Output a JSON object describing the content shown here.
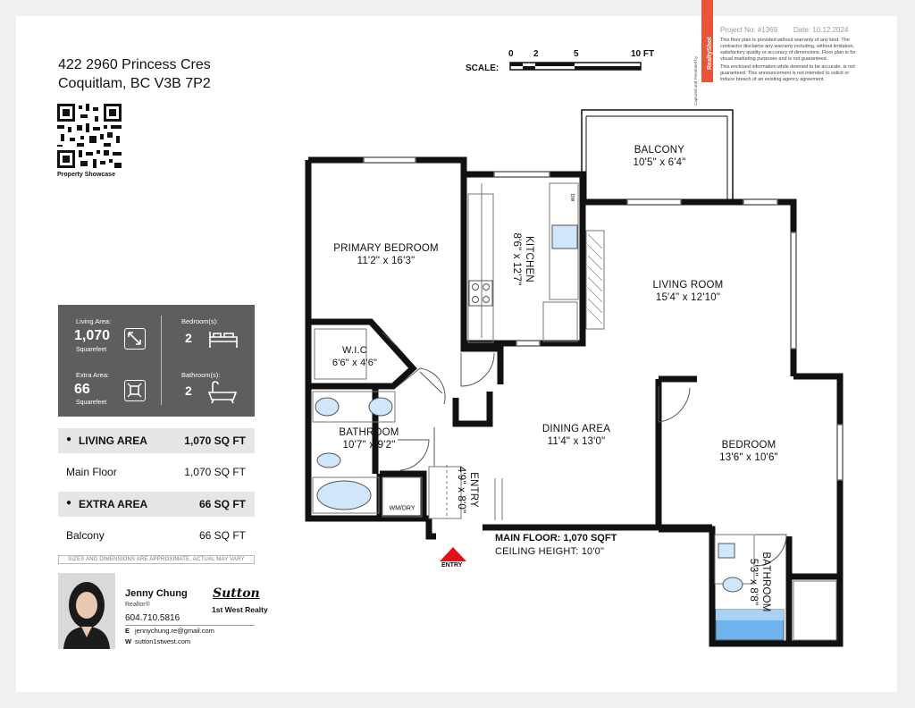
{
  "address": {
    "line1": "422 2960 Princess Cres",
    "line2": "Coquitlam, BC V3B 7P2"
  },
  "qr": {
    "caption": "Property Showcase"
  },
  "stats": {
    "living_label": "Living Area:",
    "living_value": "1,070",
    "living_unit": "Squarefeet",
    "extra_label": "Extra Area:",
    "extra_value": "66",
    "extra_unit": "Squarefeet",
    "bedrooms_label": "Bedroom(s):",
    "bedrooms_value": "2",
    "bathrooms_label": "Bathroom(s):",
    "bathrooms_value": "2"
  },
  "summary": {
    "living_head": "LIVING AREA",
    "living_head_value": "1,070 SQ FT",
    "main_floor_label": "Main Floor",
    "main_floor_value": "1,070 SQ FT",
    "extra_head": "EXTRA AREA",
    "extra_head_value": "66 SQ FT",
    "balcony_label": "Balcony",
    "balcony_value": "66 SQ FT",
    "note": "SIZES AND DIMENSIONS ARE APPROXIMATE, ACTUAL MAY VARY"
  },
  "agent": {
    "name": "Jenny Chung",
    "title": "Realtor®",
    "phone": "604.710.5816",
    "email_label": "E",
    "email": "jennychung.re@gmail.com",
    "web_label": "W",
    "web": "sutton1stwest.com",
    "brokerage_logo": "Sutton",
    "brokerage": "1st West Realty"
  },
  "header": {
    "project": "Project No: #1369",
    "date": "Date: 10.12.2024",
    "disclaimer1": "This floor plan is provided without warranty of any kind. The contractor disclaims any warranty including, without limitation, satisfactory quality or accuracy of dimensions. Floor plan is for visual marketing purposes and is not guaranteed.",
    "disclaimer2": "This enclosed information while deemed to be accurate, is not guaranteed. This announcement is not intended to solicit or induce breach of an existing agency agreement.",
    "brand": "RealtyShot",
    "brand_caption": "Captured and Presented by"
  },
  "scale": {
    "label": "SCALE:",
    "ticks": [
      "0",
      "2",
      "5",
      "10 FT"
    ]
  },
  "rooms": {
    "balcony": {
      "name": "BALCONY",
      "dims": "10'5\" x 6'4\""
    },
    "primary_bedroom": {
      "name": "PRIMARY BEDROOM",
      "dims": "11'2\" x 16'3\""
    },
    "kitchen": {
      "name": "KITCHEN",
      "dims": "8'6\" x 12'7\""
    },
    "living_room": {
      "name": "LIVING ROOM",
      "dims": "15'4\" x 12'10\""
    },
    "wic": {
      "name": "W.I.C",
      "dims": "6'6\" x 4'6\""
    },
    "bathroom1": {
      "name": "BATHROOM",
      "dims": "10'7\" x 9'2\""
    },
    "dining": {
      "name": "DINING AREA",
      "dims": "11'4\" x 13'0\""
    },
    "bedroom": {
      "name": "BEDROOM",
      "dims": "13'6\" x 10'6\""
    },
    "entry": {
      "name": "ENTRY",
      "dims": "4'9\" x 8'0\""
    },
    "bathroom2": {
      "name": "BATHROOM",
      "dims": "5'3\" x 8'8\""
    },
    "wmdry": {
      "name": "WM/DRY"
    },
    "dw": {
      "name": "DW"
    }
  },
  "floor_info": {
    "main": "MAIN FLOOR: 1,070 SQFT",
    "ceiling": "CEILING HEIGHT: 10'0\""
  },
  "entry_marker": "ENTRY",
  "colors": {
    "stats_bg": "#5e5e5e",
    "accent": "#e8553a",
    "entry_arrow": "#e3101a",
    "fixture_blue": "#4aa3e8"
  }
}
